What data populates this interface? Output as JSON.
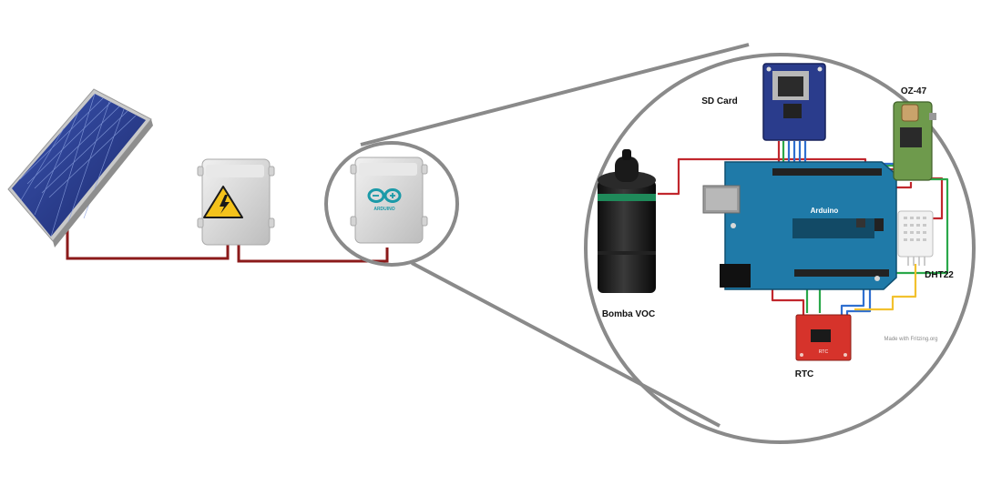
{
  "labels": {
    "sd_card": "SD Card",
    "oz47": "OZ-47",
    "dht22": "DHT22",
    "bomba_voc": "Bomba VOC",
    "rtc": "RTC",
    "arduino_board": "Arduino",
    "arduino_box_logo": "ARDUINO",
    "rtc_chip": "RTC",
    "made_with": "Made with Fritzing.org"
  },
  "colors": {
    "power_wire": "#8b1a1a",
    "signal_red": "#c1272d",
    "signal_green": "#2aa84a",
    "signal_blue": "#2f6fd0",
    "signal_yellow": "#f2c12e",
    "arduino_blue": "#1f7aa8",
    "arduino_logo": "#1b9aa8",
    "solar_cell": "#2b3f8f",
    "zoom_circle": "#8a8a8a",
    "rtc_red": "#d6332b",
    "sd_module": "#2a3c8c",
    "oz47_board": "#6e9a4c",
    "warning_yellow": "#f4c21b"
  },
  "icons": [
    "solar-panel-icon",
    "high-voltage-warning-icon",
    "arduino-logo-icon"
  ]
}
